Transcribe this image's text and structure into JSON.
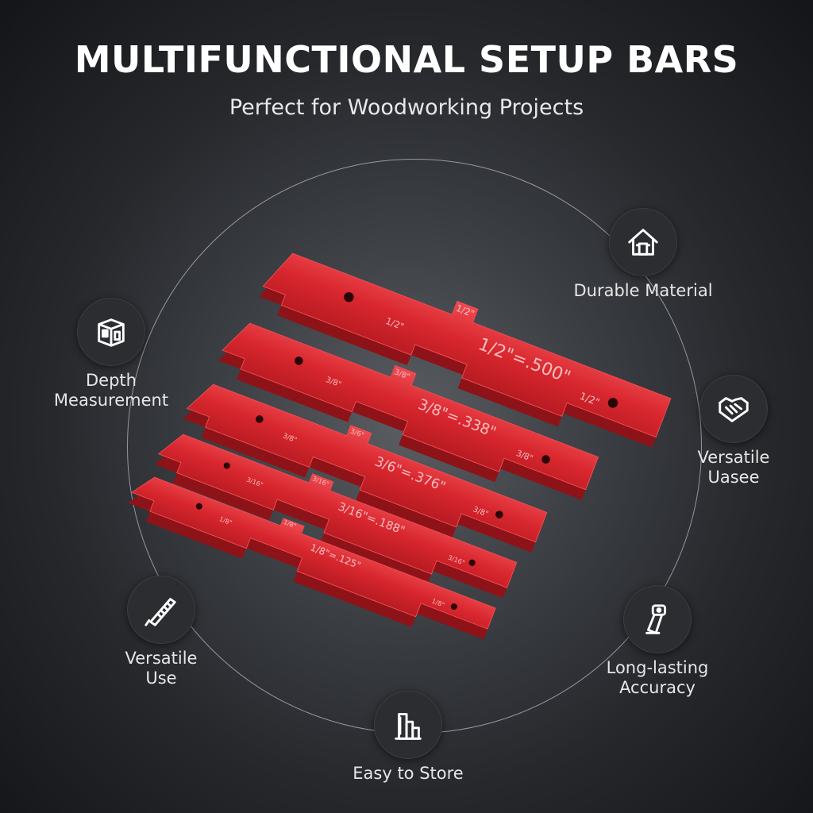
{
  "header": {
    "title": "MULTIFUNCTIONAL SETUP BARS",
    "subtitle": "Perfect for Woodworking Projects"
  },
  "features": [
    {
      "id": "durable-material",
      "icon": "house-icon",
      "lines": [
        "Durable Material"
      ]
    },
    {
      "id": "depth-measurement",
      "icon": "box-icon",
      "lines": [
        "Depth",
        "Measurement"
      ]
    },
    {
      "id": "versatile-use-right",
      "icon": "handshake-icon",
      "lines": [
        "Versatile",
        "Uasee"
      ]
    },
    {
      "id": "versatile-use-left",
      "icon": "saw-icon",
      "lines": [
        "Versatile",
        "Use"
      ]
    },
    {
      "id": "long-lasting-accuracy",
      "icon": "dial-icon",
      "lines": [
        "Long-lasting",
        "Accuracy"
      ]
    },
    {
      "id": "easy-to-store",
      "icon": "storage-icon",
      "lines": [
        "Easy to Store"
      ]
    }
  ],
  "bars": [
    {
      "main_label": "1/2\"=.500\"",
      "step_label": "1/2\"",
      "end_label": "1/2\"",
      "left_label": "1/2\""
    },
    {
      "main_label": "3/8\"=.338\"",
      "step_label": "3/8\"",
      "end_label": "3/8\"",
      "left_label": "3/8\""
    },
    {
      "main_label": "3/6\"=.376\"",
      "step_label": "3/6\"",
      "end_label": "3/8\"",
      "left_label": "3/8\""
    },
    {
      "main_label": "3/16\"=.188\"",
      "step_label": "3/16\"",
      "end_label": "3/16\"",
      "left_label": "3/16\""
    },
    {
      "main_label": "1/8\"=.125\"",
      "step_label": "1/8\"",
      "end_label": "1/8\"",
      "left_label": "1/8\""
    }
  ],
  "colors": {
    "bar_red": "#d8262e",
    "bar_dark": "#8e1318",
    "bar_light": "#ee4a50",
    "badge_bg": "#2b2d31"
  }
}
